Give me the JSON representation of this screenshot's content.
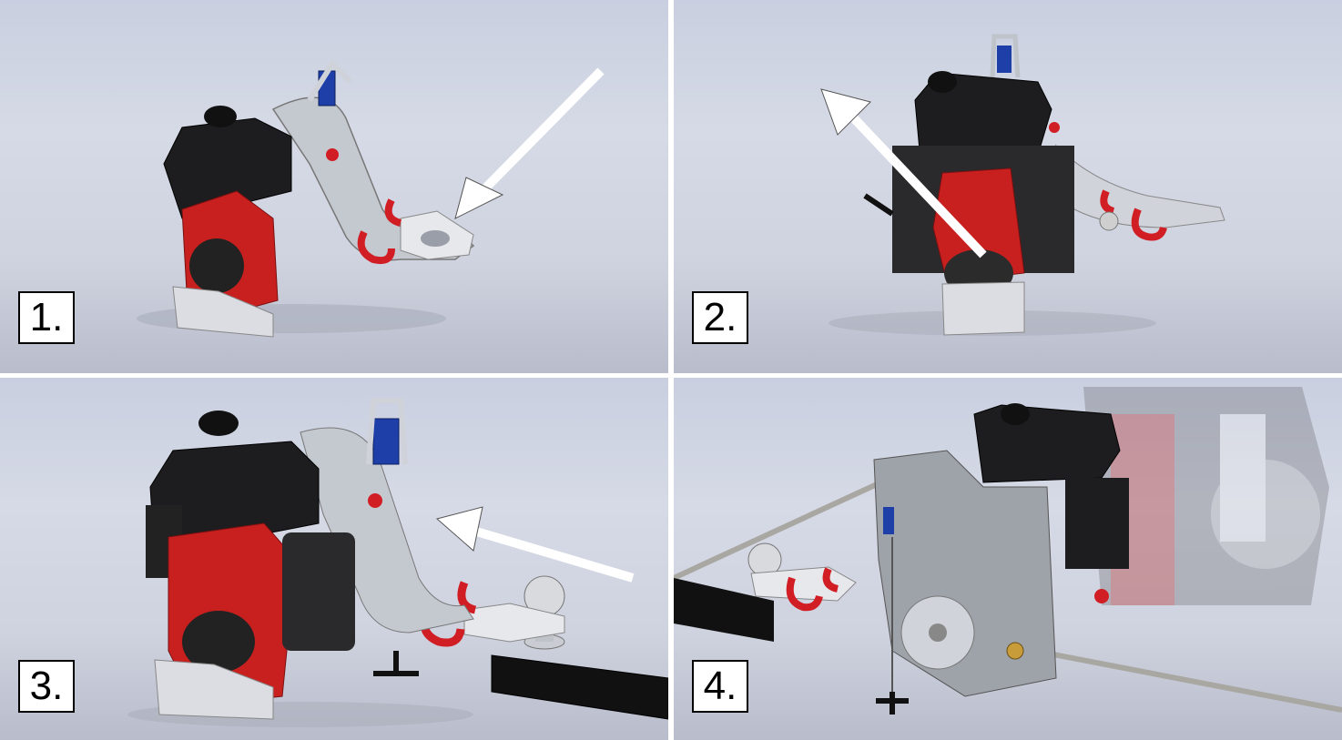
{
  "steps": [
    {
      "label": "1."
    },
    {
      "label": "2."
    },
    {
      "label": "3."
    },
    {
      "label": "4."
    }
  ],
  "colors": {
    "engine_red": "#c8201f",
    "engine_black": "#1a1a1a",
    "frame_silver": "#b8bcc4",
    "hook_red": "#d11e24",
    "valve_blue": "#1f3fa8",
    "arrow_white": "#ffffff"
  },
  "icons": [
    "arrow-icon"
  ]
}
